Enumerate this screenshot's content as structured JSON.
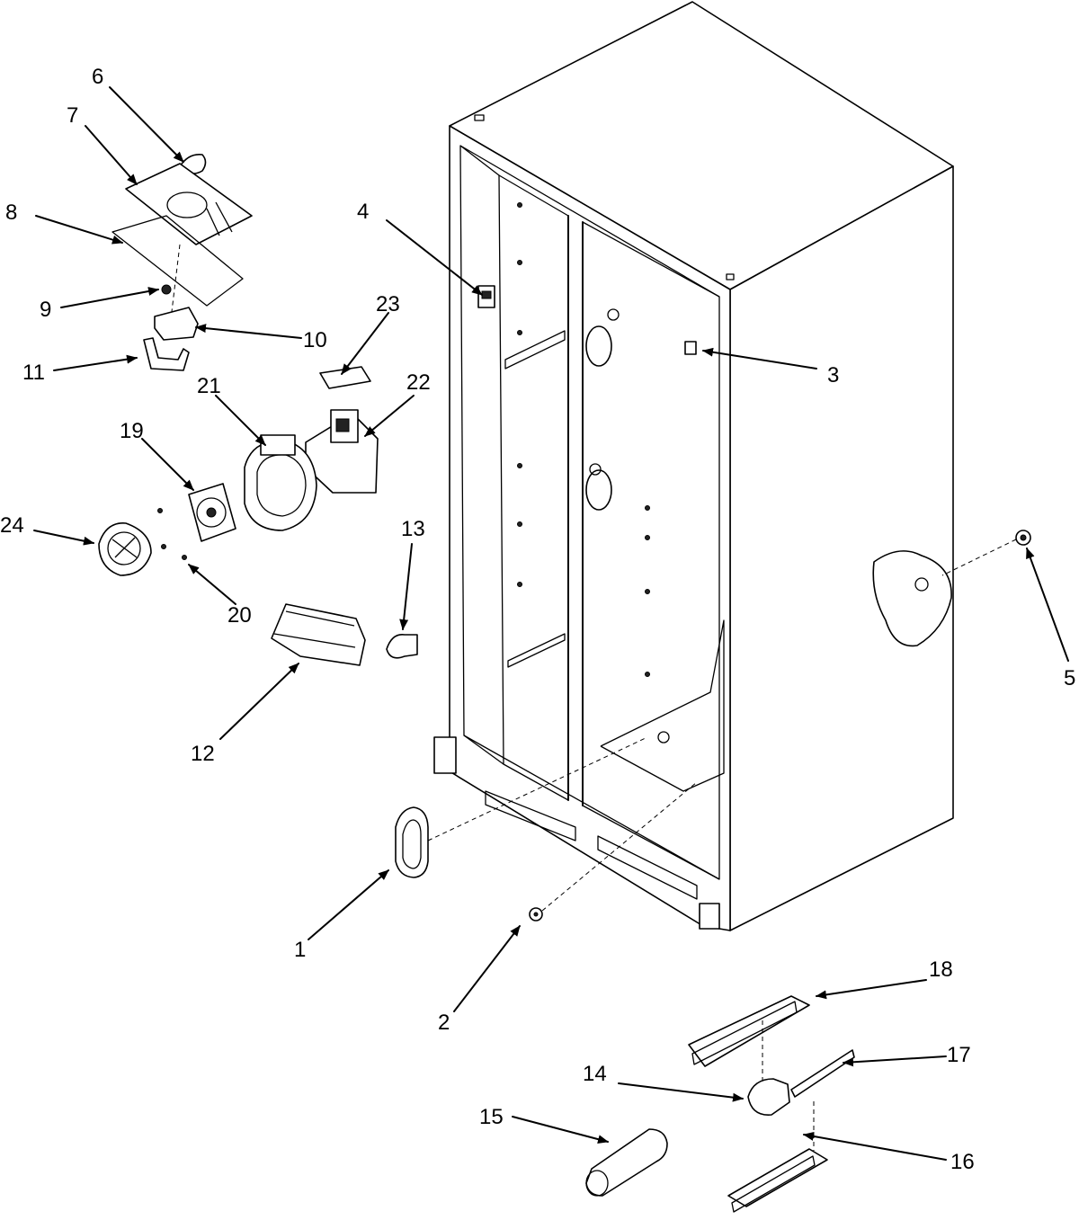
{
  "callouts": [
    {
      "id": "1"
    },
    {
      "id": "2"
    },
    {
      "id": "3"
    },
    {
      "id": "4"
    },
    {
      "id": "5"
    },
    {
      "id": "6"
    },
    {
      "id": "7"
    },
    {
      "id": "8"
    },
    {
      "id": "9"
    },
    {
      "id": "10"
    },
    {
      "id": "11"
    },
    {
      "id": "12"
    },
    {
      "id": "13"
    },
    {
      "id": "14"
    },
    {
      "id": "15"
    },
    {
      "id": "16"
    },
    {
      "id": "17"
    },
    {
      "id": "18"
    },
    {
      "id": "19"
    },
    {
      "id": "20"
    },
    {
      "id": "21"
    },
    {
      "id": "22"
    },
    {
      "id": "23"
    },
    {
      "id": "24"
    }
  ]
}
